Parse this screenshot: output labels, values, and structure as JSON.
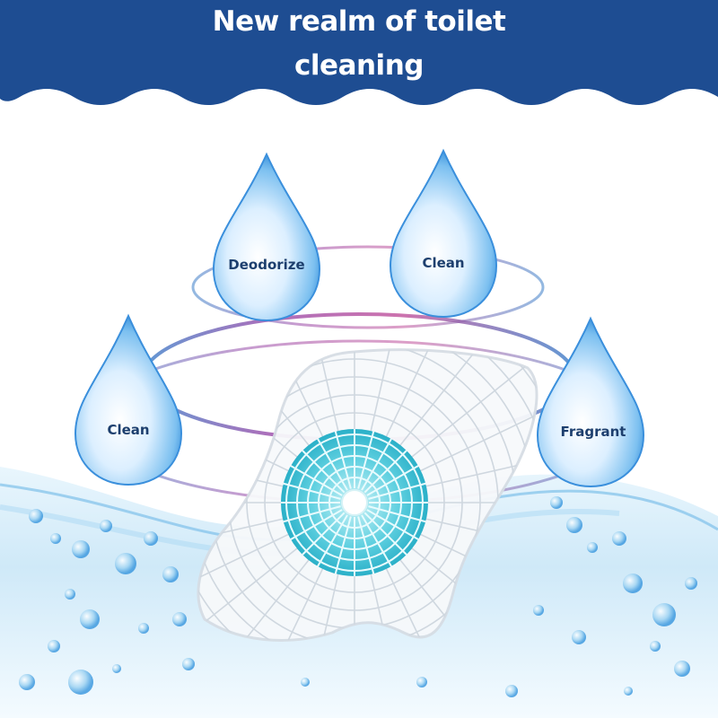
{
  "banner": {
    "title_line_1": "New realm of toilet",
    "title_line_2": "cleaning",
    "color": "#1e4d92"
  },
  "features": [
    {
      "label": "Deodorize"
    },
    {
      "label": "Clean"
    },
    {
      "label": "Clean"
    },
    {
      "label": "Fragrant"
    }
  ],
  "colors": {
    "drop_blue": "#2f8ad8",
    "water_blue": "#bfe0f4",
    "screen_teal": "#3ec3d6",
    "ring_purple": "#8a56b8",
    "label_text": "#1d3f6e"
  },
  "icons": [
    "water-drop-icon",
    "urinal-screen-icon",
    "bubble-icon"
  ]
}
